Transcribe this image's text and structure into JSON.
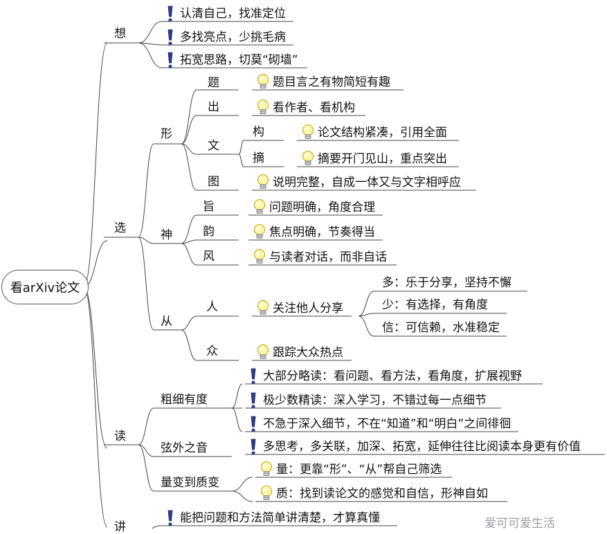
{
  "root": "看arXiv论文",
  "watermark": "爱可可爱生活",
  "branches": [
    {
      "label": "想",
      "children": [
        {
          "icon": "exclamation",
          "text": "认清自己，找准定位"
        },
        {
          "icon": "exclamation",
          "text": "多找亮点，少挑毛病"
        },
        {
          "icon": "exclamation",
          "text": "拓宽思路，切莫“砌墙”"
        }
      ]
    },
    {
      "label": "选",
      "children": [
        {
          "label": "形",
          "children": [
            {
              "label": "题",
              "children": [
                {
                  "icon": "bulb",
                  "text": "题目言之有物简短有趣"
                }
              ]
            },
            {
              "label": "出",
              "children": [
                {
                  "icon": "bulb",
                  "text": "看作者、看机构"
                }
              ]
            },
            {
              "label": "文",
              "children": [
                {
                  "label": "构",
                  "children": [
                    {
                      "icon": "bulb",
                      "text": "论文结构紧凑，引用全面"
                    }
                  ]
                },
                {
                  "label": "摘",
                  "children": [
                    {
                      "icon": "bulb",
                      "text": "摘要开门见山，重点突出"
                    }
                  ]
                }
              ]
            },
            {
              "label": "图",
              "children": [
                {
                  "icon": "bulb",
                  "text": "说明完整，自成一体又与文字相呼应"
                }
              ]
            }
          ]
        },
        {
          "label": "神",
          "children": [
            {
              "label": "旨",
              "children": [
                {
                  "icon": "bulb",
                  "text": "问题明确，角度合理"
                }
              ]
            },
            {
              "label": "韵",
              "children": [
                {
                  "icon": "bulb",
                  "text": "焦点明确，节奏得当"
                }
              ]
            },
            {
              "label": "风",
              "children": [
                {
                  "icon": "bulb",
                  "text": "与读者对话，而非自话"
                }
              ]
            }
          ]
        },
        {
          "label": "从",
          "children": [
            {
              "label": "人",
              "children": [
                {
                  "icon": "bulb",
                  "text": "关注他人分享",
                  "children": [
                    {
                      "text": "多：乐于分享，坚持不懈"
                    },
                    {
                      "text": "少：有选择，有角度"
                    },
                    {
                      "text": "信：可信赖，水准稳定"
                    }
                  ]
                }
              ]
            },
            {
              "label": "众",
              "children": [
                {
                  "icon": "bulb",
                  "text": "跟踪大众热点"
                }
              ]
            }
          ]
        }
      ]
    },
    {
      "label": "读",
      "children": [
        {
          "label": "粗细有度",
          "children": [
            {
              "icon": "exclamation",
              "text": "大部分略读：看问题、看方法，看角度，扩展视野"
            },
            {
              "icon": "exclamation",
              "text": "极少数精读：深入学习，不错过每一点细节"
            },
            {
              "icon": "exclamation",
              "text": "不急于深入细节，不在“知道”和“明白”之间徘徊"
            }
          ]
        },
        {
          "label": "弦外之音",
          "children": [
            {
              "icon": "exclamation",
              "text": "多思考，多关联，加深、拓宽，延伸往往比阅读本身更有价值"
            }
          ]
        },
        {
          "label": "量变到质变",
          "children": [
            {
              "icon": "bulb",
              "text": "量：更靠“形”、“从”帮自己筛选"
            },
            {
              "icon": "bulb",
              "text": "质：找到读论文的感觉和自信，形神自如"
            }
          ]
        }
      ]
    },
    {
      "label": "讲",
      "children": [
        {
          "icon": "exclamation",
          "text": "能把问题和方法简单讲清楚，才算真懂"
        }
      ]
    }
  ]
}
